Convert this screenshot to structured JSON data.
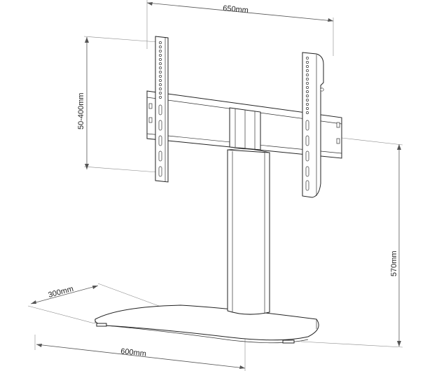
{
  "dimensions": {
    "width_top": "650mm",
    "vesa_range": "50-400mm",
    "height": "570mm",
    "base_depth": "300mm",
    "base_width": "600mm"
  },
  "colors": {
    "line": "#222222",
    "dimension_line": "#555555",
    "background": "#ffffff"
  }
}
